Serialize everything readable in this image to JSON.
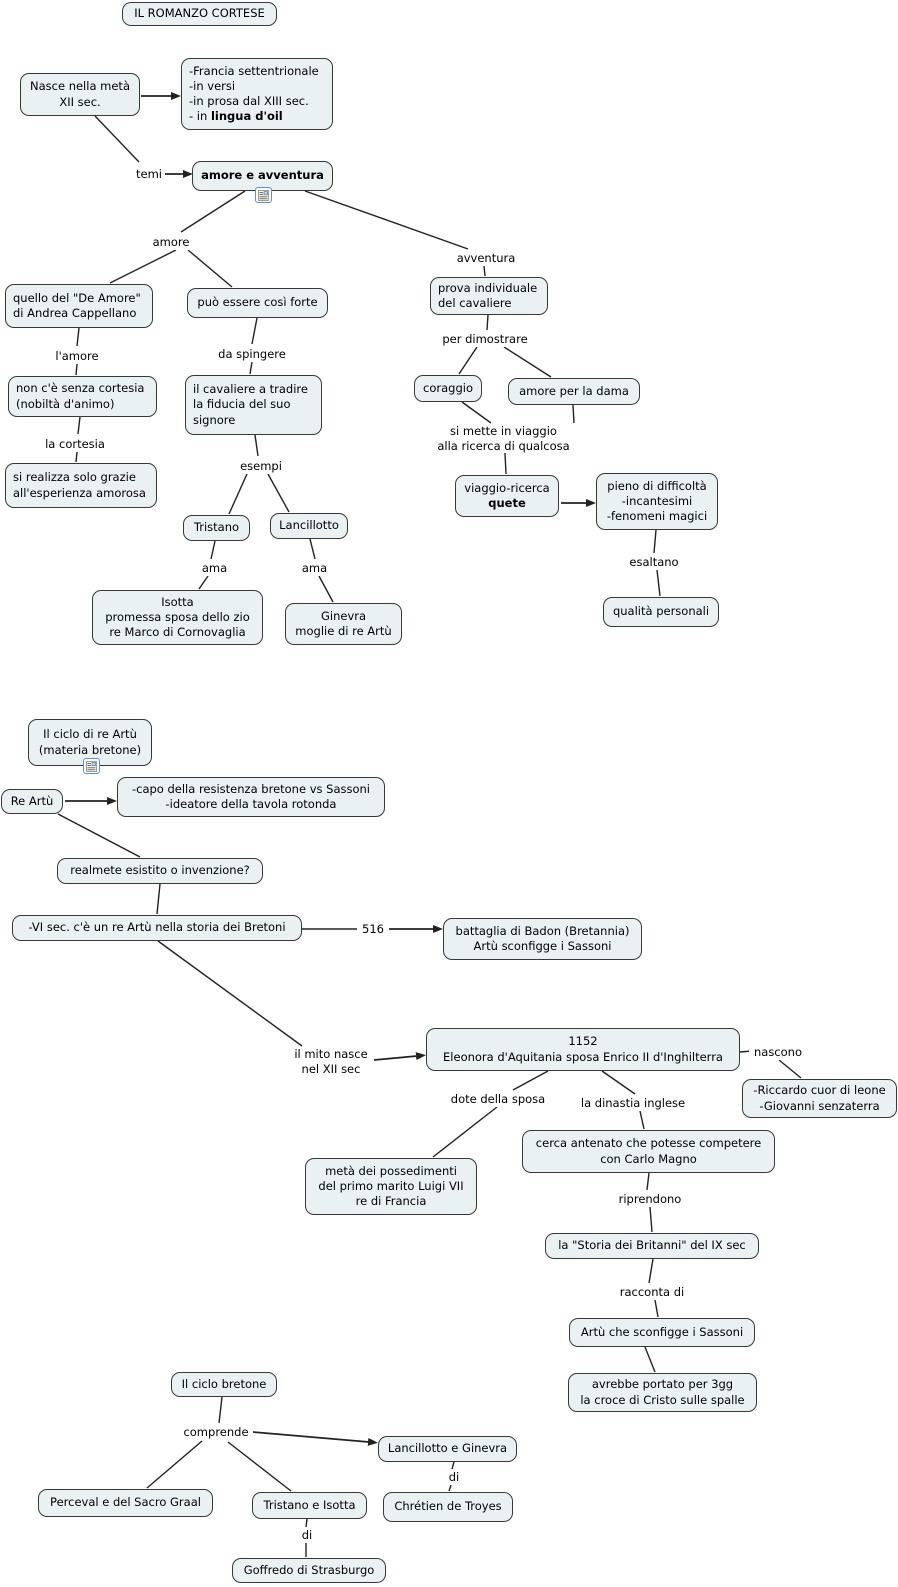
{
  "diagram": {
    "title": "IL ROMANZO CORTESE",
    "colors": {
      "background": "#ffffff",
      "node_fill": "#eaf1f3",
      "node_border": "#383838",
      "connector": "#222222",
      "icon_border": "#5b8fd4"
    },
    "nodes": [
      {
        "id": "titolo",
        "kind": "box",
        "align": "center",
        "lines": [
          [
            {
              "text": "IL ROMANZO CORTESE"
            }
          ]
        ]
      },
      {
        "id": "nasce",
        "kind": "box",
        "align": "center",
        "lines": [
          [
            {
              "text": "Nasce nella metà"
            }
          ],
          [
            {
              "text": "XII sec."
            }
          ]
        ]
      },
      {
        "id": "francia",
        "kind": "box",
        "align": "left",
        "lines": [
          [
            {
              "text": "-Francia settentrionale"
            }
          ],
          [
            {
              "text": "-in versi"
            }
          ],
          [
            {
              "text": "-in prosa dal XIII sec."
            }
          ],
          [
            {
              "text": "- in "
            },
            {
              "text": "lingua d'oil",
              "bold": true
            }
          ]
        ]
      },
      {
        "id": "amore-avventura",
        "kind": "box",
        "align": "center",
        "lines": [
          [
            {
              "text": "amore e avventura",
              "bold": true
            }
          ]
        ]
      },
      {
        "id": "quello-de-amore",
        "kind": "box",
        "align": "left",
        "lines": [
          [
            {
              "text": "quello del \"De Amore\""
            }
          ],
          [
            {
              "text": "di Andrea Cappellano"
            }
          ]
        ]
      },
      {
        "id": "puo-essere",
        "kind": "box",
        "align": "center",
        "lines": [
          [
            {
              "text": "può essere così forte"
            }
          ]
        ]
      },
      {
        "id": "non-ce-senza",
        "kind": "box",
        "align": "left",
        "lines": [
          [
            {
              "text": "non c'è senza cortesia"
            }
          ],
          [
            {
              "text": "(nobiltà d'animo)"
            }
          ]
        ]
      },
      {
        "id": "si-realizza",
        "kind": "box",
        "align": "left",
        "lines": [
          [
            {
              "text": "si realizza solo grazie"
            }
          ],
          [
            {
              "text": "all'esperienza amorosa"
            }
          ]
        ]
      },
      {
        "id": "cavaliere-tradire",
        "kind": "box",
        "align": "left",
        "lines": [
          [
            {
              "text": "il cavaliere a tradire"
            }
          ],
          [
            {
              "text": "la fiducia del suo"
            }
          ],
          [
            {
              "text": "signore"
            }
          ]
        ]
      },
      {
        "id": "tristano",
        "kind": "box",
        "align": "center",
        "lines": [
          [
            {
              "text": "Tristano"
            }
          ]
        ]
      },
      {
        "id": "lancillotto",
        "kind": "box",
        "align": "center",
        "lines": [
          [
            {
              "text": "Lancillotto"
            }
          ]
        ]
      },
      {
        "id": "isotta",
        "kind": "box",
        "align": "center",
        "lines": [
          [
            {
              "text": "Isotta"
            }
          ],
          [
            {
              "text": "promessa sposa dello zio"
            }
          ],
          [
            {
              "text": "re Marco di Cornovaglia"
            }
          ]
        ]
      },
      {
        "id": "ginevra",
        "kind": "box",
        "align": "center",
        "lines": [
          [
            {
              "text": "Ginevra"
            }
          ],
          [
            {
              "text": "moglie di re Artù"
            }
          ]
        ]
      },
      {
        "id": "prova-individuale",
        "kind": "box",
        "align": "left",
        "lines": [
          [
            {
              "text": "prova individuale"
            }
          ],
          [
            {
              "text": "del cavaliere"
            }
          ]
        ]
      },
      {
        "id": "coraggio",
        "kind": "box",
        "align": "center",
        "lines": [
          [
            {
              "text": "coraggio"
            }
          ]
        ]
      },
      {
        "id": "amore-dama",
        "kind": "box",
        "align": "center",
        "lines": [
          [
            {
              "text": "amore per la dama"
            }
          ]
        ]
      },
      {
        "id": "quete",
        "kind": "box",
        "align": "center",
        "lines": [
          [
            {
              "text": "viaggio-ricerca"
            }
          ],
          [
            {
              "text": "quete",
              "bold": true
            }
          ]
        ]
      },
      {
        "id": "pieno-difficolta",
        "kind": "box",
        "align": "center",
        "lines": [
          [
            {
              "text": "pieno di difficoltà"
            }
          ],
          [
            {
              "text": "-incantesimi"
            }
          ],
          [
            {
              "text": "-fenomeni magici"
            }
          ]
        ]
      },
      {
        "id": "qualita",
        "kind": "box",
        "align": "center",
        "lines": [
          [
            {
              "text": "qualità personali"
            }
          ]
        ]
      },
      {
        "id": "ciclo-artu",
        "kind": "box",
        "align": "center",
        "lines": [
          [
            {
              "text": "Il ciclo di re Artù"
            }
          ],
          [
            {
              "text": "(materia bretone)"
            }
          ]
        ]
      },
      {
        "id": "re-artu",
        "kind": "box",
        "align": "center",
        "lines": [
          [
            {
              "text": "Re Artù"
            }
          ]
        ]
      },
      {
        "id": "capo-resistenza",
        "kind": "box",
        "align": "center",
        "lines": [
          [
            {
              "text": "-capo della resistenza bretone vs Sassoni"
            }
          ],
          [
            {
              "text": "-ideatore della tavola rotonda"
            }
          ]
        ]
      },
      {
        "id": "realmete",
        "kind": "box",
        "align": "center",
        "lines": [
          [
            {
              "text": "realmete esistito o invenzione?"
            }
          ]
        ]
      },
      {
        "id": "vi-sec",
        "kind": "box",
        "align": "center",
        "lines": [
          [
            {
              "text": "-VI sec. c'è un re Artù nella storia dei Bretoni"
            }
          ]
        ]
      },
      {
        "id": "battaglia-badon",
        "kind": "box",
        "align": "center",
        "lines": [
          [
            {
              "text": "battaglia di Badon (Bretannia)"
            }
          ],
          [
            {
              "text": "Artù sconfigge i Sassoni"
            }
          ]
        ]
      },
      {
        "id": "eleonora",
        "kind": "box",
        "align": "center",
        "lines": [
          [
            {
              "text": "1152"
            }
          ],
          [
            {
              "text": "Eleonora d'Aquitania sposa Enrico II d'Inghilterra"
            }
          ]
        ]
      },
      {
        "id": "riccardo-giovanni",
        "kind": "box",
        "align": "center",
        "lines": [
          [
            {
              "text": "-Riccardo cuor di leone"
            }
          ],
          [
            {
              "text": "-Giovanni senzaterra"
            }
          ]
        ]
      },
      {
        "id": "cerca-antenato",
        "kind": "box",
        "align": "center",
        "lines": [
          [
            {
              "text": "cerca antenato che potesse competere"
            }
          ],
          [
            {
              "text": "con Carlo Magno"
            }
          ]
        ]
      },
      {
        "id": "meta-possedimenti",
        "kind": "box",
        "align": "center",
        "lines": [
          [
            {
              "text": "metà dei possedimenti"
            }
          ],
          [
            {
              "text": "del primo marito Luigi VII"
            }
          ],
          [
            {
              "text": "re di Francia"
            }
          ]
        ]
      },
      {
        "id": "storia-britanni",
        "kind": "box",
        "align": "center",
        "lines": [
          [
            {
              "text": "la \"Storia dei Britanni\" del IX sec"
            }
          ]
        ]
      },
      {
        "id": "artu-sconfigge",
        "kind": "box",
        "align": "center",
        "lines": [
          [
            {
              "text": "Artù che sconfigge i Sassoni"
            }
          ]
        ]
      },
      {
        "id": "avrebbe-portato",
        "kind": "box",
        "align": "center",
        "lines": [
          [
            {
              "text": "avrebbe portato per 3gg"
            }
          ],
          [
            {
              "text": "la croce di Cristo sulle spalle"
            }
          ]
        ]
      },
      {
        "id": "ciclo-bretone",
        "kind": "box",
        "align": "center",
        "lines": [
          [
            {
              "text": "Il ciclo bretone"
            }
          ]
        ]
      },
      {
        "id": "lanc-ginevra",
        "kind": "box",
        "align": "center",
        "lines": [
          [
            {
              "text": "Lancillotto e Ginevra"
            }
          ]
        ]
      },
      {
        "id": "chretien",
        "kind": "box",
        "align": "center",
        "lines": [
          [
            {
              "text": "Chrétien de Troyes"
            }
          ]
        ]
      },
      {
        "id": "perceval",
        "kind": "box",
        "align": "center",
        "lines": [
          [
            {
              "text": "Perceval e del Sacro Graal"
            }
          ]
        ]
      },
      {
        "id": "tristano-isotta",
        "kind": "box",
        "align": "center",
        "lines": [
          [
            {
              "text": "Tristano e Isotta"
            }
          ]
        ]
      },
      {
        "id": "goffredo",
        "kind": "box",
        "align": "center",
        "lines": [
          [
            {
              "text": "Goffredo di Strasburgo"
            }
          ]
        ]
      },
      {
        "id": "temi",
        "kind": "label",
        "align": "center",
        "lines": [
          [
            {
              "text": "temi"
            }
          ]
        ]
      },
      {
        "id": "amore",
        "kind": "label",
        "align": "center",
        "lines": [
          [
            {
              "text": "amore"
            }
          ]
        ]
      },
      {
        "id": "avventura",
        "kind": "label",
        "align": "center",
        "lines": [
          [
            {
              "text": "avventura"
            }
          ]
        ]
      },
      {
        "id": "lamore",
        "kind": "label",
        "align": "center",
        "lines": [
          [
            {
              "text": "l'amore"
            }
          ]
        ]
      },
      {
        "id": "la-cortesia",
        "kind": "label",
        "align": "center",
        "lines": [
          [
            {
              "text": "la cortesia"
            }
          ]
        ]
      },
      {
        "id": "da-spingere",
        "kind": "label",
        "align": "center",
        "lines": [
          [
            {
              "text": "da spingere"
            }
          ]
        ]
      },
      {
        "id": "esempi",
        "kind": "label",
        "align": "center",
        "lines": [
          [
            {
              "text": "esempi"
            }
          ]
        ]
      },
      {
        "id": "ama-1",
        "kind": "label",
        "align": "center",
        "lines": [
          [
            {
              "text": "ama"
            }
          ]
        ]
      },
      {
        "id": "ama-2",
        "kind": "label",
        "align": "center",
        "lines": [
          [
            {
              "text": "ama"
            }
          ]
        ]
      },
      {
        "id": "per-dimostrare",
        "kind": "label",
        "align": "center",
        "lines": [
          [
            {
              "text": "per dimostrare"
            }
          ]
        ]
      },
      {
        "id": "si-mette",
        "kind": "label",
        "align": "center",
        "lines": [
          [
            {
              "text": "si mette in viaggio"
            }
          ],
          [
            {
              "text": "alla ricerca di qualcosa"
            }
          ]
        ]
      },
      {
        "id": "esaltano",
        "kind": "label",
        "align": "center",
        "lines": [
          [
            {
              "text": "esaltano"
            }
          ]
        ]
      },
      {
        "id": "n516",
        "kind": "label",
        "align": "center",
        "lines": [
          [
            {
              "text": "516"
            }
          ]
        ]
      },
      {
        "id": "il-mito",
        "kind": "label",
        "align": "center",
        "lines": [
          [
            {
              "text": "il mito nasce"
            }
          ],
          [
            {
              "text": "nel XII sec"
            }
          ]
        ]
      },
      {
        "id": "nascono",
        "kind": "label",
        "align": "center",
        "lines": [
          [
            {
              "text": "nascono"
            }
          ]
        ]
      },
      {
        "id": "dote-sposa",
        "kind": "label",
        "align": "center",
        "lines": [
          [
            {
              "text": "dote della sposa"
            }
          ]
        ]
      },
      {
        "id": "dinastia-inglese",
        "kind": "label",
        "align": "center",
        "lines": [
          [
            {
              "text": "la dinastia inglese"
            }
          ]
        ]
      },
      {
        "id": "riprendono",
        "kind": "label",
        "align": "center",
        "lines": [
          [
            {
              "text": "riprendono"
            }
          ]
        ]
      },
      {
        "id": "racconta-di",
        "kind": "label",
        "align": "center",
        "lines": [
          [
            {
              "text": "racconta di"
            }
          ]
        ]
      },
      {
        "id": "comprende",
        "kind": "label",
        "align": "center",
        "lines": [
          [
            {
              "text": "comprende"
            }
          ]
        ]
      },
      {
        "id": "di-1",
        "kind": "label",
        "align": "center",
        "lines": [
          [
            {
              "text": "di"
            }
          ]
        ]
      },
      {
        "id": "di-2",
        "kind": "label",
        "align": "center",
        "lines": [
          [
            {
              "text": "di"
            }
          ]
        ]
      }
    ],
    "icons": [
      {
        "id": "icon-amore-avventura",
        "name": "resource-attachment-icon",
        "attached_to": "amore-avventura"
      },
      {
        "id": "icon-ciclo-artu",
        "name": "resource-attachment-icon",
        "attached_to": "ciclo-artu"
      }
    ]
  }
}
